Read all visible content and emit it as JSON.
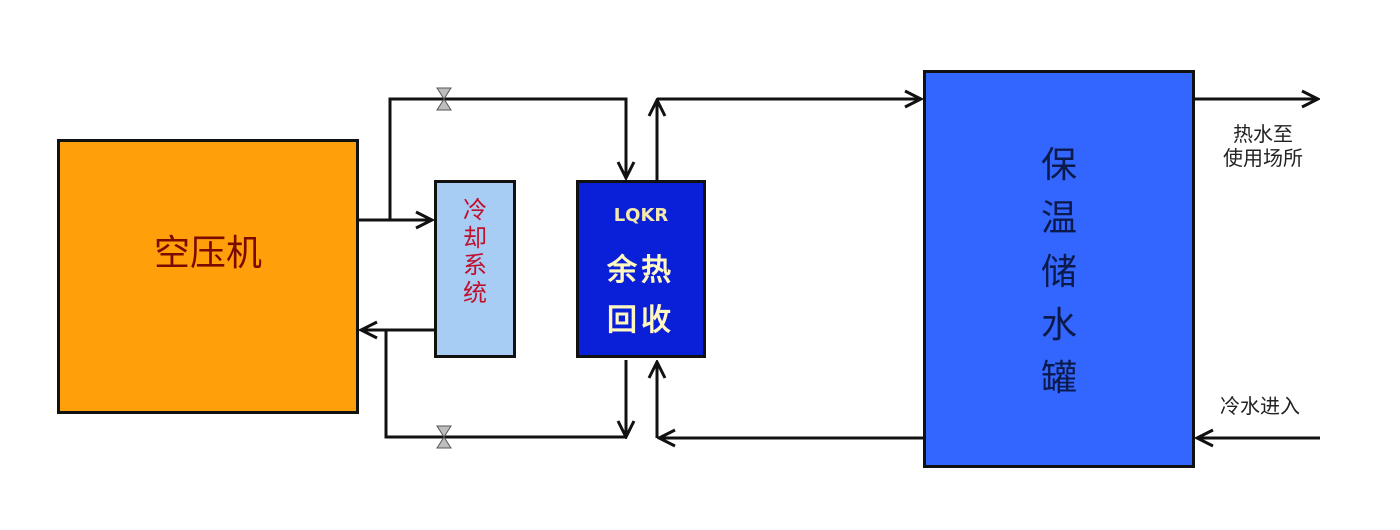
{
  "diagram": {
    "nodes": {
      "compressor": {
        "label": "空压机",
        "fill": "#ff9f0a",
        "text_color": "#7a0a00"
      },
      "cooling_system": {
        "label_chars": [
          "冷",
          "却",
          "系",
          "统"
        ],
        "fill": "#a8cdf5",
        "text_color": "#c0102c"
      },
      "heat_recovery": {
        "code": "LQKR",
        "line1": "余热",
        "line2": "回收",
        "fill": "#0a1fd8",
        "text_color": "#fff7c0"
      },
      "storage_tank": {
        "label_chars": [
          "保",
          "温",
          "储",
          "水",
          "罐"
        ],
        "fill": "#3366ff",
        "text_color": "#0b1a4a"
      }
    },
    "labels": {
      "hot_water_out_line1": "热水至",
      "hot_water_out_line2": "使用场所",
      "cold_water_in": "冷水进入"
    },
    "valves": [
      "top-bypass-valve",
      "bottom-bypass-valve"
    ],
    "flows": [
      {
        "from": "compressor",
        "to": "cooling_system"
      },
      {
        "from": "cooling_system",
        "to": "compressor"
      },
      {
        "from": "compressor",
        "to": "heat_recovery",
        "via": "top-bypass-valve"
      },
      {
        "from": "heat_recovery",
        "to": "compressor",
        "via": "bottom-bypass-valve"
      },
      {
        "from": "heat_recovery",
        "to": "storage_tank"
      },
      {
        "from": "storage_tank",
        "to": "heat_recovery"
      },
      {
        "from": "storage_tank",
        "to": "usage_site"
      },
      {
        "from": "cold_water_supply",
        "to": "storage_tank"
      }
    ]
  }
}
